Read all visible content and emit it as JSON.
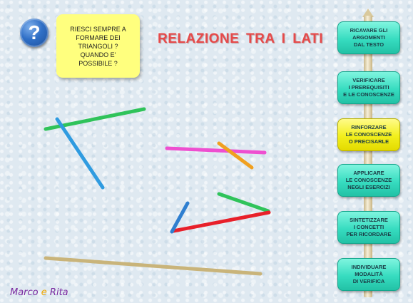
{
  "help_button": {
    "symbol": "?"
  },
  "question_note": {
    "lines": [
      "RIESCI SEMPRE A",
      "FORMARE DEI",
      "TRIANGOLI ?",
      "QUANDO E'",
      "POSSIBILE ?"
    ]
  },
  "title": "RELAZIONE  TRA  I  LATI",
  "nav": [
    {
      "lines": [
        "RICAVARE GLI",
        "ARGOMENTI",
        "DAL TESTO"
      ],
      "active": false
    },
    {
      "lines": [
        "VERIFICARE",
        "I PREREQUISITI",
        "E LE CONOSCENZE"
      ],
      "active": false
    },
    {
      "lines": [
        "RINFORZARE",
        "LE CONOSCENZE",
        "O PRECISARLE"
      ],
      "active": true
    },
    {
      "lines": [
        "APPLICARE",
        "LE CONOSCENZE",
        "NEGLI ESERCIZI"
      ],
      "active": false
    },
    {
      "lines": [
        "SINTETIZZARE",
        "I CONCETTI",
        "PER RICORDARE"
      ],
      "active": false
    },
    {
      "lines": [
        "INDIVIDUARE",
        "MODALITÀ",
        "DI VERIFICA"
      ],
      "active": false
    }
  ],
  "brand": {
    "word1": "Marco",
    "word2": "e",
    "word3": "Rita"
  },
  "colors": {
    "nav_default": "#37dcc0",
    "nav_active": "#f2ef1c",
    "note": "#ffff7e",
    "title": "#e64a4a",
    "stick_green": "#2fc35a",
    "stick_blue": "#2f9be0",
    "stick_pink": "#ee4fd0",
    "stick_orange": "#f0a020",
    "stick_red": "#e8202a",
    "stick_tan": "#c9b47a"
  }
}
